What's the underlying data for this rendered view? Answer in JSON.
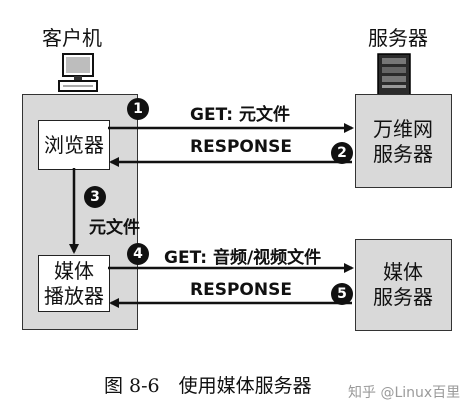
{
  "labels": {
    "client": "客户机",
    "server": "服务器"
  },
  "boxes": {
    "browser": "浏览器",
    "media_player": "媒体\n播放器",
    "web_server": "万维网\n服务器",
    "media_server": "媒体\n服务器"
  },
  "messages": {
    "get_meta": "GET: 元文件",
    "response_1": "RESPONSE",
    "meta_file": "元文件",
    "get_av": "GET: 音频/视频文件",
    "response_2": "RESPONSE"
  },
  "steps": [
    "1",
    "2",
    "3",
    "4",
    "5"
  ],
  "caption": "图 8-6　使用媒体服务器",
  "watermark": "知乎 @Linux百里",
  "icons": {
    "client": "computer-icon",
    "server": "server-tower-icon"
  }
}
